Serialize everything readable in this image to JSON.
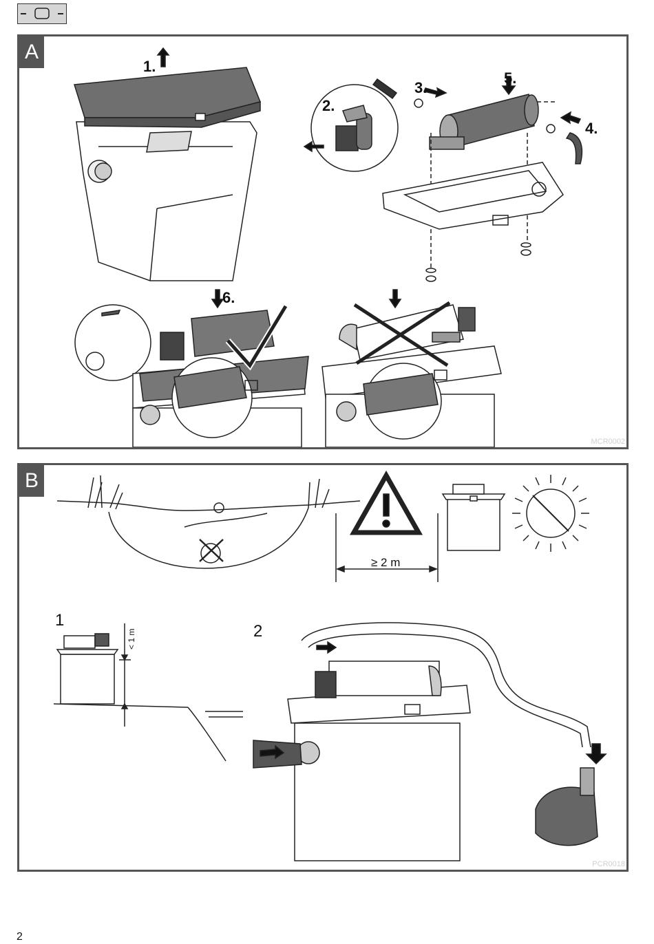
{
  "header": {
    "icon": "filter-box-icon"
  },
  "panelA": {
    "label": "A",
    "code": "MCR0002",
    "steps": [
      "1.",
      "2.",
      "3.",
      "4.",
      "5.",
      "6."
    ]
  },
  "panelB": {
    "label": "B",
    "code": "PCR0018",
    "distance": "≥ 2 m",
    "height_limit": "< 1 m",
    "figures": [
      "1",
      "2"
    ]
  },
  "page_number": "2"
}
